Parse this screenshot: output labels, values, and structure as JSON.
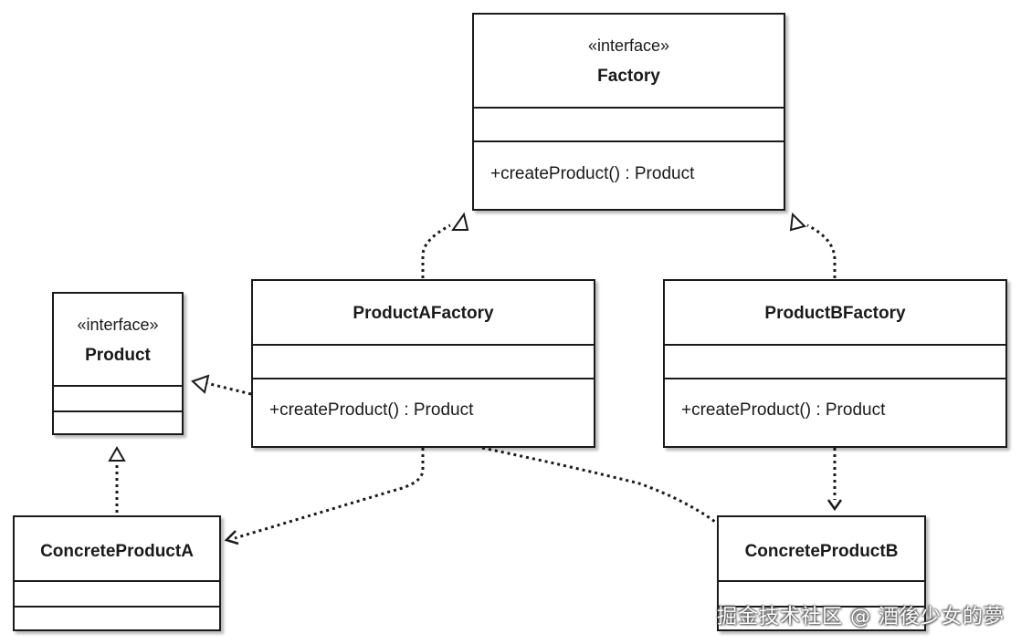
{
  "classes": {
    "factory": {
      "stereotype": "«interface»",
      "name": "Factory",
      "method": "+createProduct() : Product"
    },
    "product": {
      "stereotype": "«interface»",
      "name": "Product"
    },
    "product_a_factory": {
      "name": "ProductAFactory",
      "method": "+createProduct() : Product"
    },
    "product_b_factory": {
      "name": "ProductBFactory",
      "method": "+createProduct() : Product"
    },
    "concrete_product_a": {
      "name": "ConcreteProductA"
    },
    "concrete_product_b": {
      "name": "ConcreteProductB"
    }
  },
  "relations": [
    {
      "from": "ProductAFactory",
      "to": "Factory",
      "kind": "realization"
    },
    {
      "from": "ProductBFactory",
      "to": "Factory",
      "kind": "realization"
    },
    {
      "from": "ProductAFactory",
      "to": "Product",
      "kind": "realization"
    },
    {
      "from": "ConcreteProductA",
      "to": "Product",
      "kind": "realization"
    },
    {
      "from": "ProductAFactory",
      "to": "ConcreteProductA",
      "kind": "dependency"
    },
    {
      "from": "ProductBFactory",
      "to": "ConcreteProductB",
      "kind": "dependency"
    },
    {
      "from": "ProductAFactory",
      "to": "ConcreteProductB",
      "kind": "association"
    }
  ],
  "watermark": "掘金技术社区 @ 酒後少女的夢",
  "colors": {
    "line": "#1a1a1a",
    "background": "#ffffff"
  }
}
